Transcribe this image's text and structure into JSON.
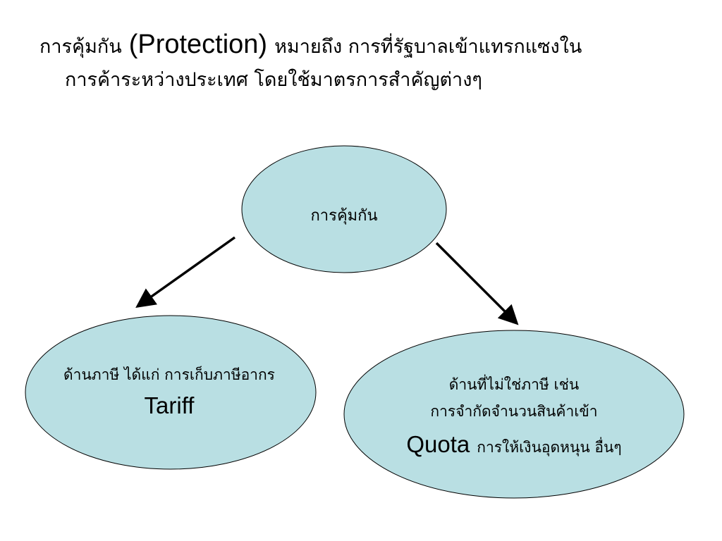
{
  "intro": {
    "line1_thai_a": "การคุ้มกัน",
    "line1_latin": "(Protection)",
    "line1_thai_b": "หมายถึง การที่รัฐบาลเข้าแทรกแซงใน",
    "line2": "การค้าระหว่างประเทศ โดยใช้มาตรการสำคัญต่างๆ"
  },
  "diagram": {
    "root": {
      "label": "การคุ้มกัน"
    },
    "left": {
      "line1": "ด้านภาษี ได้แก่ การเก็บภาษีอากร",
      "line2": "Tariff"
    },
    "right": {
      "line1": "ด้านที่ไม่ใช่ภาษี เช่น",
      "line2": "การจำกัดจำนวนสินค้าเข้า",
      "line3_latin": "Quota",
      "line3_thai": "การให้เงินอุดหนุน อื่นๆ"
    },
    "colors": {
      "node_fill": "#b9dfe3",
      "node_stroke": "#000000",
      "arrow": "#000000"
    }
  }
}
